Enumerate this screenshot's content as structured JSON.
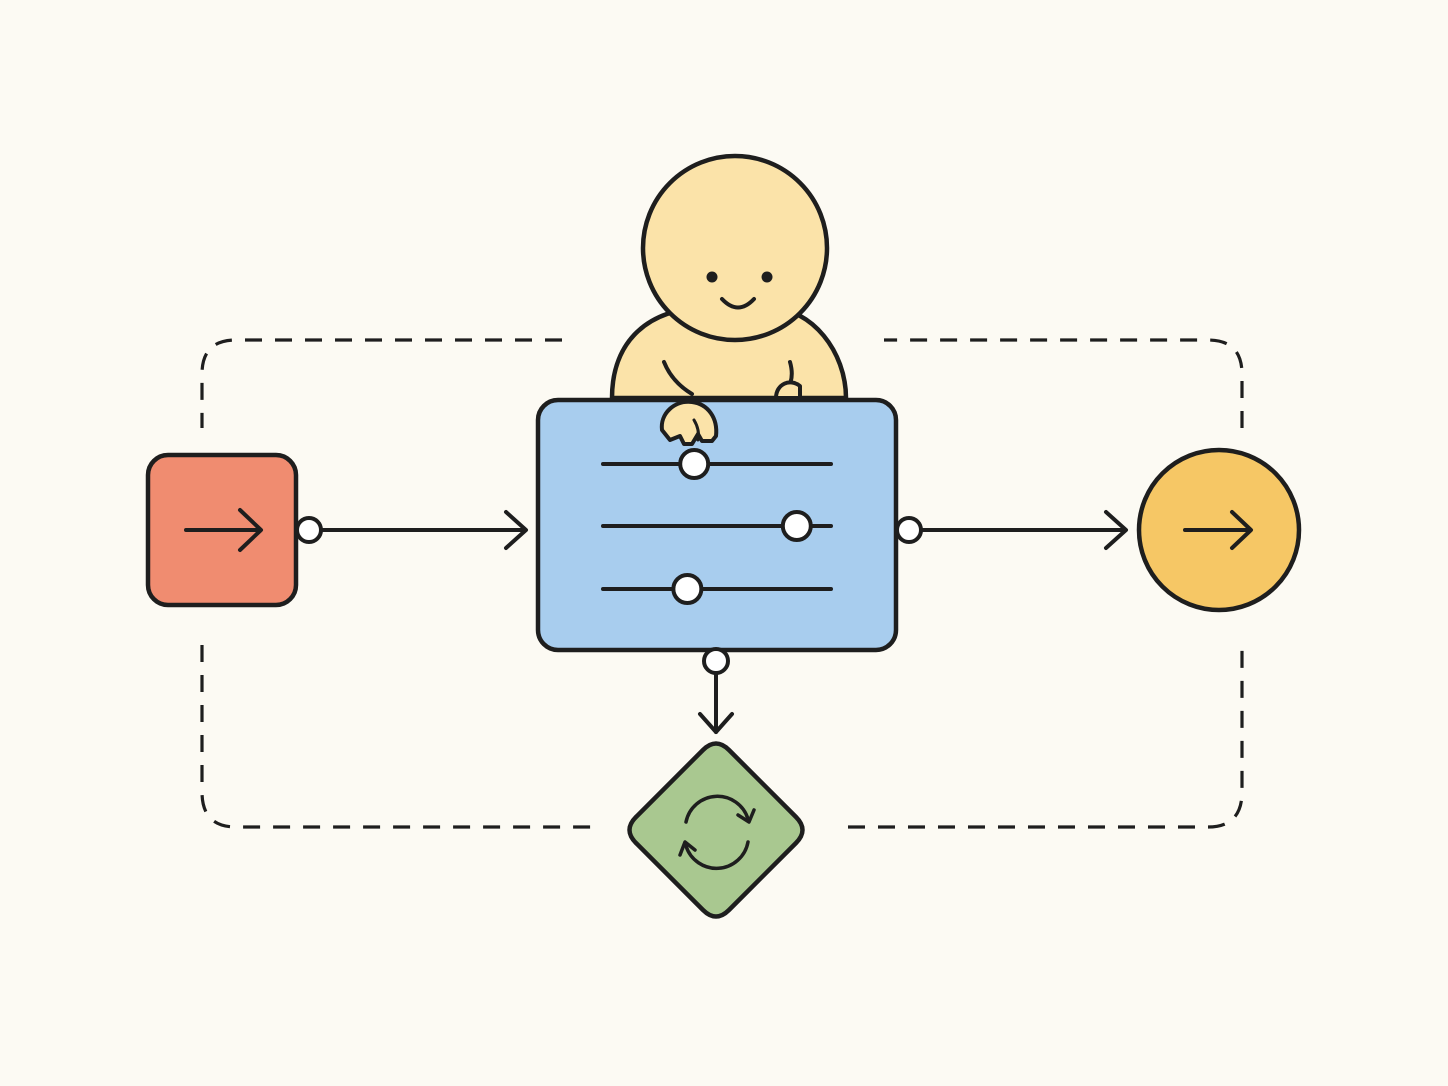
{
  "diagram": {
    "background": "#FCFAF3",
    "stroke_color": "#1E1E1E",
    "nodes": [
      {
        "id": "input",
        "shape": "rounded-square",
        "icon": "arrow-right-icon",
        "color": "#F08C70"
      },
      {
        "id": "controller",
        "shape": "rounded-rectangle",
        "icon": "sliders-icon",
        "color": "#A8CDEE"
      },
      {
        "id": "output",
        "shape": "circle",
        "icon": "arrow-right-icon",
        "color": "#F6C765"
      },
      {
        "id": "loop",
        "shape": "diamond",
        "icon": "refresh-icon",
        "color": "#A9C890"
      }
    ],
    "edges": [
      {
        "from": "input",
        "to": "controller",
        "style": "solid-arrow"
      },
      {
        "from": "controller",
        "to": "output",
        "style": "solid-arrow"
      },
      {
        "from": "controller",
        "to": "loop",
        "style": "solid-arrow"
      }
    ],
    "feedback_loop": {
      "style": "dashed",
      "encloses": [
        "input",
        "controller",
        "output",
        "loop"
      ]
    },
    "sliders": [
      {
        "name": "slider-1",
        "level": 0.4
      },
      {
        "name": "slider-2",
        "level": 0.85
      },
      {
        "name": "slider-3",
        "level": 0.37
      }
    ],
    "character": {
      "name": "operator-character",
      "color": "#FBE3A9",
      "expression": "smile"
    }
  }
}
